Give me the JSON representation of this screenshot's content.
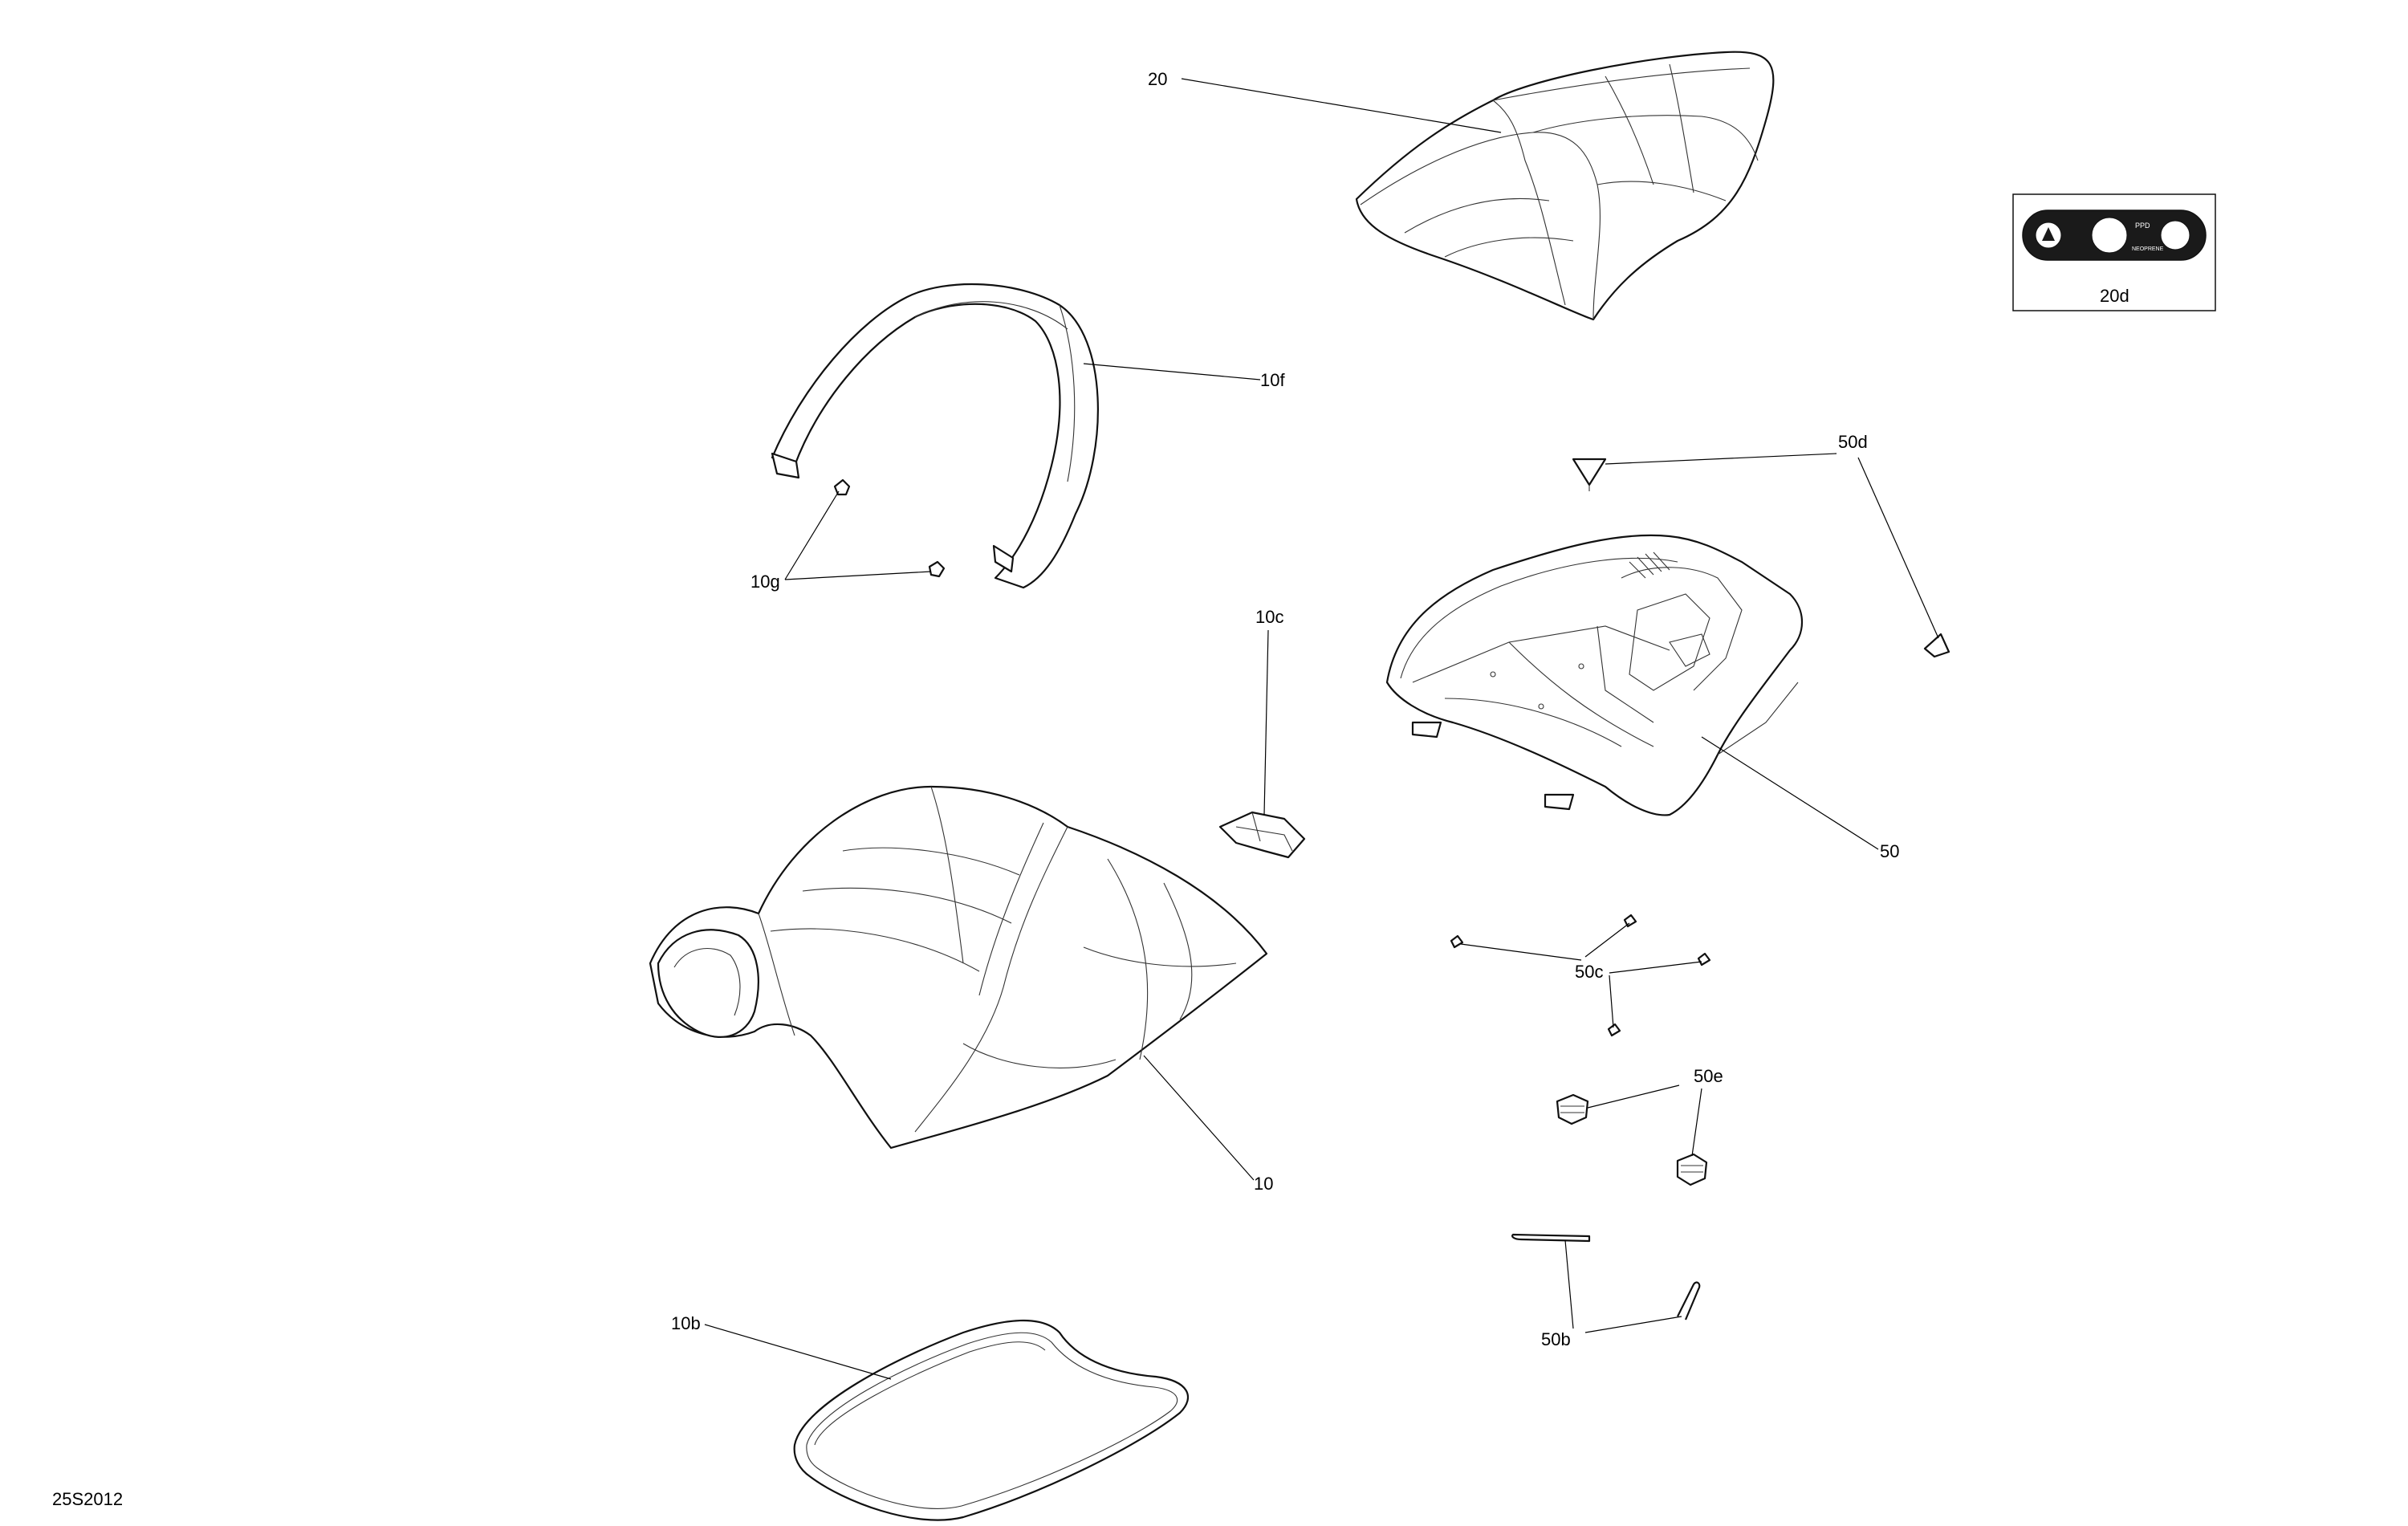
{
  "diagram_code": "25S2012",
  "callouts": {
    "c20": "20",
    "c20d": "20d",
    "c10f": "10f",
    "c10g": "10g",
    "c10c": "10c",
    "c10": "10",
    "c10b": "10b",
    "c50d": "50d",
    "c50": "50",
    "c50c": "50c",
    "c50e": "50e",
    "c50b": "50b"
  },
  "decal": {
    "text_ppd": "PPD",
    "text_neoprene": "NEOPRENE"
  },
  "colors": {
    "line": "#111111",
    "background": "#ffffff",
    "decal_fill": "#1a1a1a"
  }
}
